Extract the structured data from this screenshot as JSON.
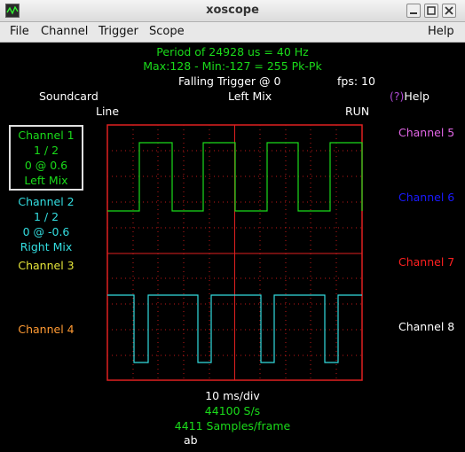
{
  "window": {
    "title": "xoscope"
  },
  "menu": {
    "file": "File",
    "channel": "Channel",
    "trigger": "Trigger",
    "scope": "Scope",
    "help": "Help"
  },
  "status": {
    "period": "Period of  24928 us =      40 Hz",
    "maxmin": "Max:128 - Min:-127 = 255 Pk-Pk",
    "trigger": "Falling Trigger @ 0",
    "fps": "fps: 10",
    "source": "Soundcard",
    "source_sub": "Line",
    "mix": "Left Mix",
    "help_key": "(?)",
    "help_label": "Help",
    "run_state": "RUN"
  },
  "channels": {
    "ch1": {
      "name": "Channel 1",
      "scale": "1 / 2",
      "pos": "0 @ 0.6",
      "source": "Left Mix"
    },
    "ch2": {
      "name": "Channel 2",
      "scale": "1 / 2",
      "pos": "0 @ -0.6",
      "source": "Right Mix"
    },
    "ch3": {
      "name": "Channel 3"
    },
    "ch4": {
      "name": "Channel 4"
    },
    "ch5": {
      "name": "Channel 5"
    },
    "ch6": {
      "name": "Channel 6"
    },
    "ch7": {
      "name": "Channel 7"
    },
    "ch8": {
      "name": "Channel 8"
    }
  },
  "timebase": {
    "div": "10 ms/div",
    "rate": "44100 S/s",
    "samples": "4411 Samples/frame",
    "extra": "ab"
  },
  "colors": {
    "ch1": "#1adb1a",
    "ch2": "#33dde0",
    "ch3": "#e6e63a",
    "ch4": "#ff9a33",
    "ch5": "#e266e6",
    "ch6": "#1a1aff",
    "ch7": "#ff2020",
    "ch8": "#ffffff",
    "graticule": "#e02020"
  }
}
